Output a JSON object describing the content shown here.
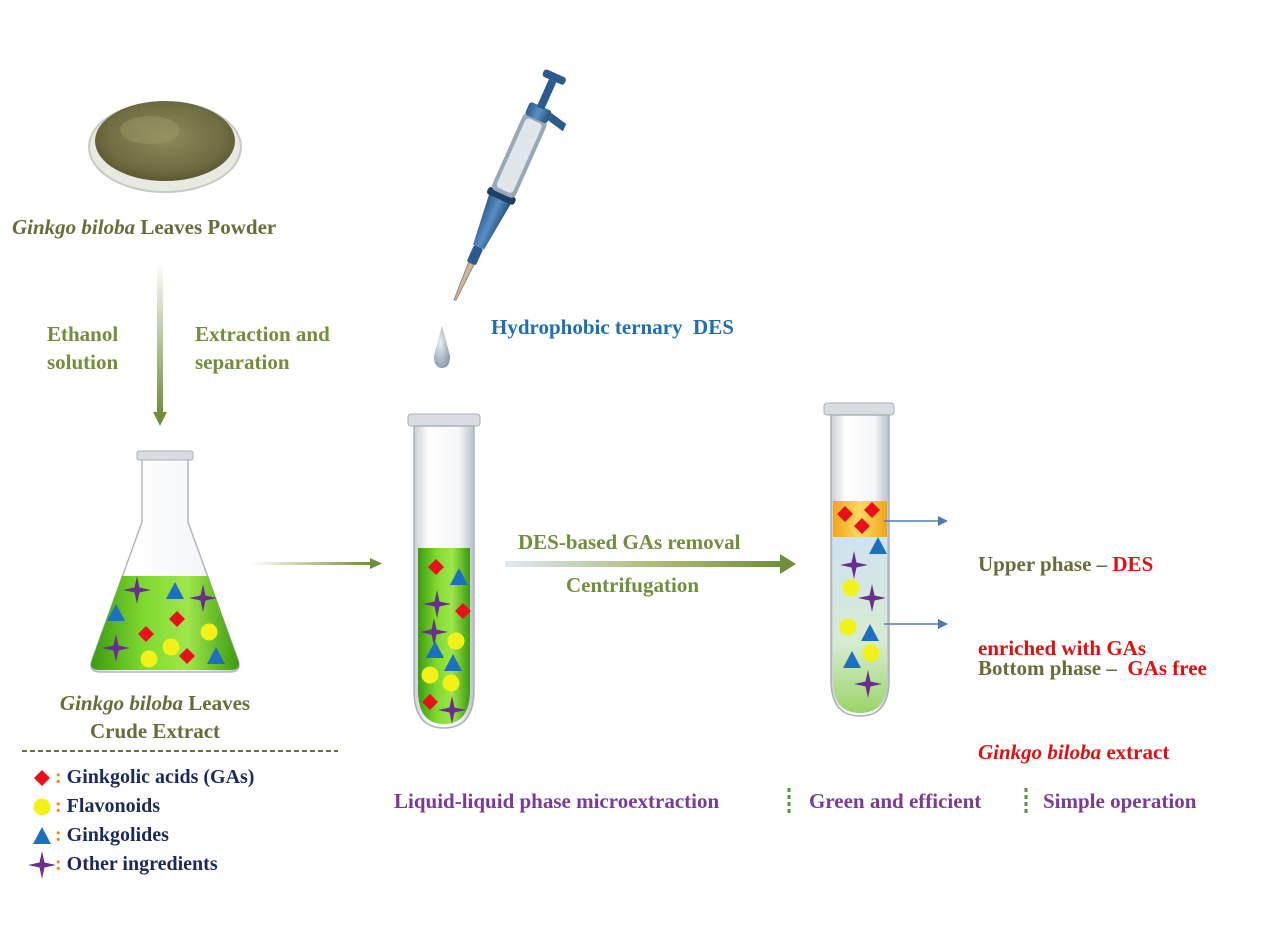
{
  "powder": {
    "label_italic": "Ginkgo biloba",
    "label_rest": " Leaves Powder"
  },
  "step1": {
    "left_line1": "Ethanol",
    "left_line2": "solution",
    "right_line1": "Extraction and",
    "right_line2": "separation"
  },
  "flask": {
    "label_italic": "Ginkgo biloba",
    "label_rest": " Leaves",
    "label_line2": "Crude Extract"
  },
  "pipette": {
    "label": "Hydrophobic ternary  DES"
  },
  "process": {
    "label1": "DES-based GAs removal",
    "label2": "Centrifugation"
  },
  "upper_phase": {
    "prefix": "Upper phase – ",
    "highlight": "DES",
    "line2": "enriched with GAs"
  },
  "bottom_phase": {
    "prefix": "Bottom phase –  ",
    "highlight": "GAs free",
    "line2_italic": "Ginkgo biloba",
    "line2_rest": " extract"
  },
  "legend": [
    {
      "icon": "red-diamond-icon",
      "colon": ":",
      "label": "Ginkgolic acids (GAs)"
    },
    {
      "icon": "yellow-circle-icon",
      "colon": ":",
      "label": "Flavonoids"
    },
    {
      "icon": "blue-triangle-icon",
      "colon": ":",
      "label": "Ginkgolides"
    },
    {
      "icon": "purple-star-icon",
      "colon": ":",
      "label": "Other ingredients"
    }
  ],
  "features": [
    "Liquid-liquid phase microextraction",
    "Green and efficient",
    "Simple operation"
  ],
  "colors": {
    "ginkgolic_acid": "#e8101a",
    "flavonoid": "#f2f21a",
    "ginkgolide": "#1d6fc0",
    "other": "#6a2f8e",
    "extract_green": "#5ec01e",
    "des_orange": "#f5b62a"
  }
}
